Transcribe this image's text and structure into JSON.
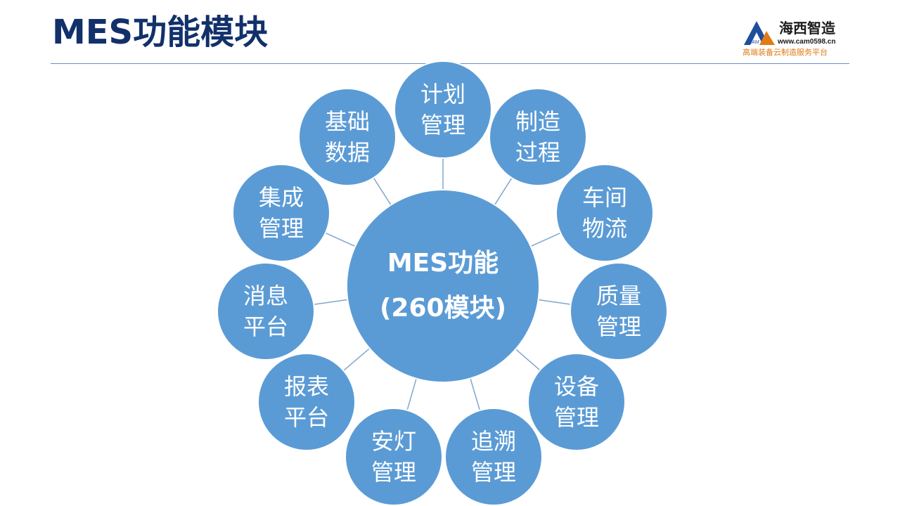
{
  "slide": {
    "title": "MES功能模块"
  },
  "logo": {
    "name": "海西智造",
    "url": "www.cam0598.cn",
    "tagline": "高端装备云制造服务平台",
    "mark_text": "CAM"
  },
  "colors": {
    "title": "#12316b",
    "node_fill": "#5b9bd5",
    "node_stroke": "#ffffff",
    "connector": "#7fa6cf",
    "rule": "#6b8fc4",
    "logo_accent": "#e07b16"
  },
  "center": {
    "line1": "MES功能",
    "line2": "(260模块)"
  },
  "modules": [
    {
      "line1": "计划",
      "line2": "管理"
    },
    {
      "line1": "制造",
      "line2": "过程"
    },
    {
      "line1": "车间",
      "line2": "物流"
    },
    {
      "line1": "质量",
      "line2": "管理"
    },
    {
      "line1": "设备",
      "line2": "管理"
    },
    {
      "line1": "追溯",
      "line2": "管理"
    },
    {
      "line1": "安灯",
      "line2": "管理"
    },
    {
      "line1": "报表",
      "line2": "平台"
    },
    {
      "line1": "消息",
      "line2": "平台"
    },
    {
      "line1": "集成",
      "line2": "管理"
    },
    {
      "line1": "基础",
      "line2": "数据"
    }
  ]
}
